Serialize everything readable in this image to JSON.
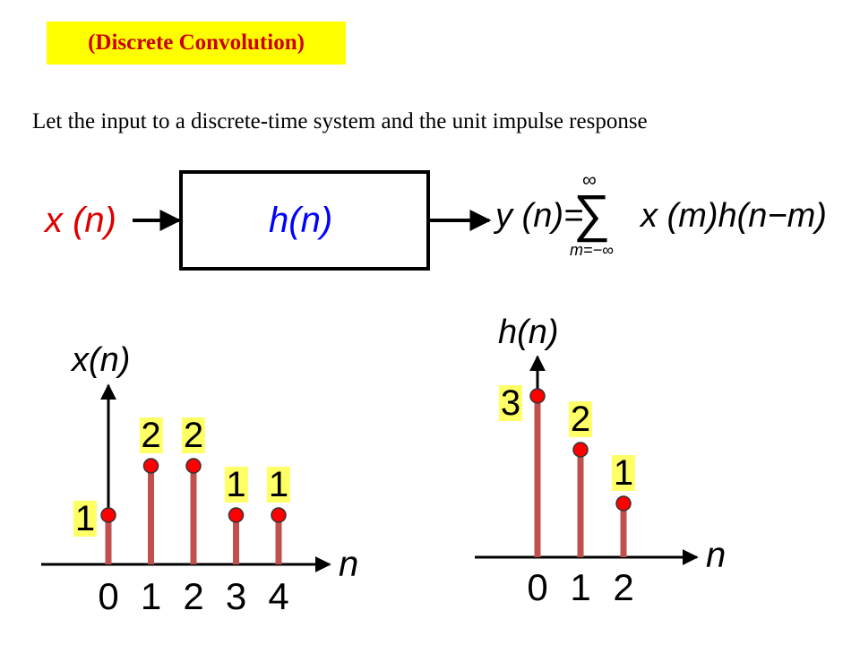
{
  "title": "(Discrete Convolution)",
  "intro_text": "Let the input to a discrete-time system and the unit impulse response",
  "system": {
    "input_label": "x (n)",
    "box_label": "h(n)",
    "output_lhs": "y (n)=",
    "sum_upper": "∞",
    "sum_lower": "m=−∞",
    "sum_symbol": "∑",
    "summand": "x (m)h(n−m)"
  },
  "colors": {
    "title_bg": "#ffff00",
    "title_text": "#cc0000",
    "input_color": "#dd0000",
    "box_label_color": "#0000ff",
    "stem_color": "#c0504d",
    "marker_color": "#ff0000",
    "value_bg": "#ffff66"
  },
  "chart_data": [
    {
      "type": "stem",
      "ylabel": "x(n)",
      "xlabel": "n",
      "x": [
        0,
        1,
        2,
        3,
        4
      ],
      "values": [
        1,
        2,
        2,
        1,
        1
      ],
      "x_tick_labels": [
        "0",
        "1",
        "2",
        "3",
        "4"
      ],
      "value_labels": [
        "1",
        "2",
        "2",
        "1",
        "1"
      ]
    },
    {
      "type": "stem",
      "ylabel": "h(n)",
      "xlabel": "n",
      "x": [
        0,
        1,
        2
      ],
      "values": [
        3,
        2,
        1
      ],
      "x_tick_labels": [
        "0",
        "1",
        "2"
      ],
      "value_labels": [
        "3",
        "2",
        "1"
      ]
    }
  ]
}
